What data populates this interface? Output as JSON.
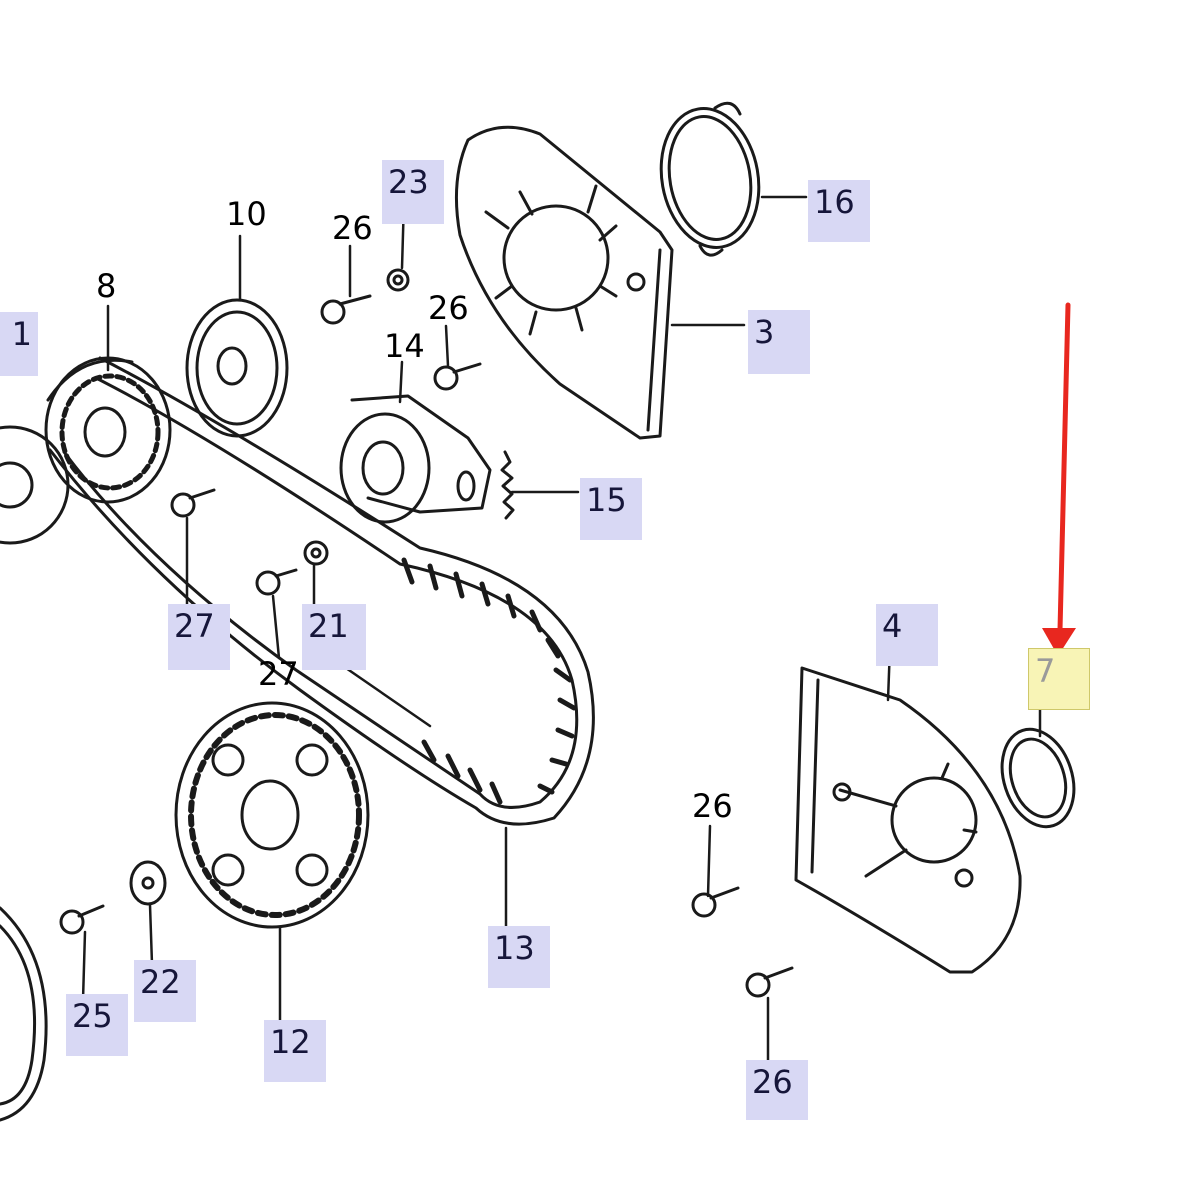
{
  "colors": {
    "line": "#1a1a1a",
    "highlight": "#d8d8f4",
    "highlight_selected": "#f8f4b6",
    "arrow": "#e8271f"
  },
  "labels": {
    "p1": "1",
    "p3": "3",
    "p4": "4",
    "p7": "7",
    "p8": "8",
    "p10": "10",
    "p12": "12",
    "p13": "13",
    "p14": "14",
    "p15": "15",
    "p16": "16",
    "p21": "21",
    "p22": "22",
    "p23": "23",
    "p25": "25",
    "p26a": "26",
    "p26b": "26",
    "p26c": "26",
    "p26d": "26",
    "p27a": "27",
    "p27b": "27"
  }
}
